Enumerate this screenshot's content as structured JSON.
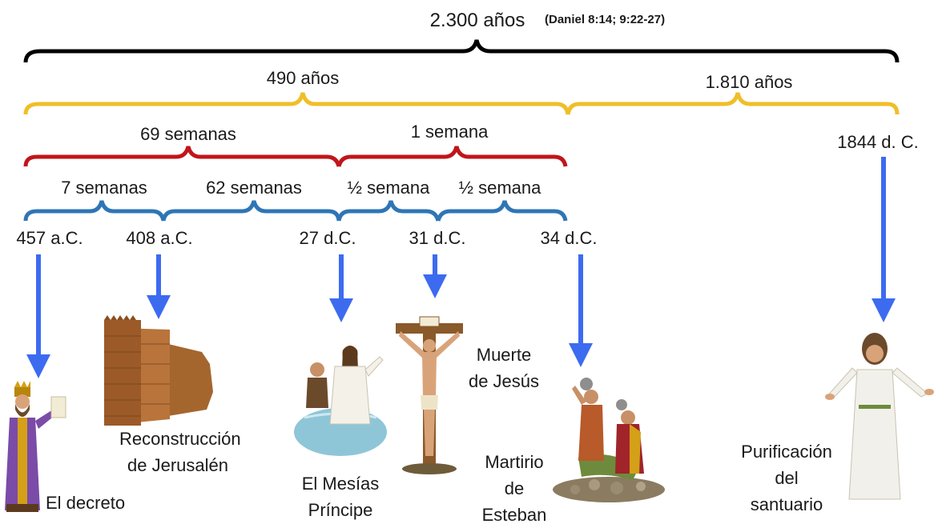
{
  "title": "2.300 años",
  "reference": "(Daniel 8:14; 9:22-27)",
  "periods": {
    "p490": "490 años",
    "p1810": "1.810 años",
    "w69": "69 semanas",
    "w1": "1 semana",
    "w7": "7 semanas",
    "w62": "62 semanas",
    "half1": "½ semana",
    "half2": "½ semana"
  },
  "dates": {
    "d457": "457 a.C.",
    "d408": "408 a.C.",
    "d27": "27 d.C.",
    "d31": "31 d.C.",
    "d34": "34 d.C.",
    "d1844": "1844 d. C."
  },
  "events": {
    "decreto": [
      "El decreto"
    ],
    "reconstruccion": [
      "Reconstrucción",
      "de Jerusalén"
    ],
    "mesias": [
      "El Mesías",
      "Príncipe"
    ],
    "muerte": [
      "Muerte",
      "de Jesús"
    ],
    "martirio": [
      "Martirio",
      "de",
      "Esteban"
    ],
    "purificacion": [
      "Purificación",
      "del",
      "santuario"
    ]
  },
  "colors": {
    "black_brace": "#000000",
    "gold_brace": "#F0BE28",
    "red_brace": "#C0151B",
    "blue_brace": "#2E75B6",
    "arrow": "#3D6BF0"
  },
  "icons": [
    "king-figure-icon",
    "city-wall-icon",
    "baptism-icon",
    "crucifix-icon",
    "stoning-icon",
    "risen-christ-icon"
  ]
}
